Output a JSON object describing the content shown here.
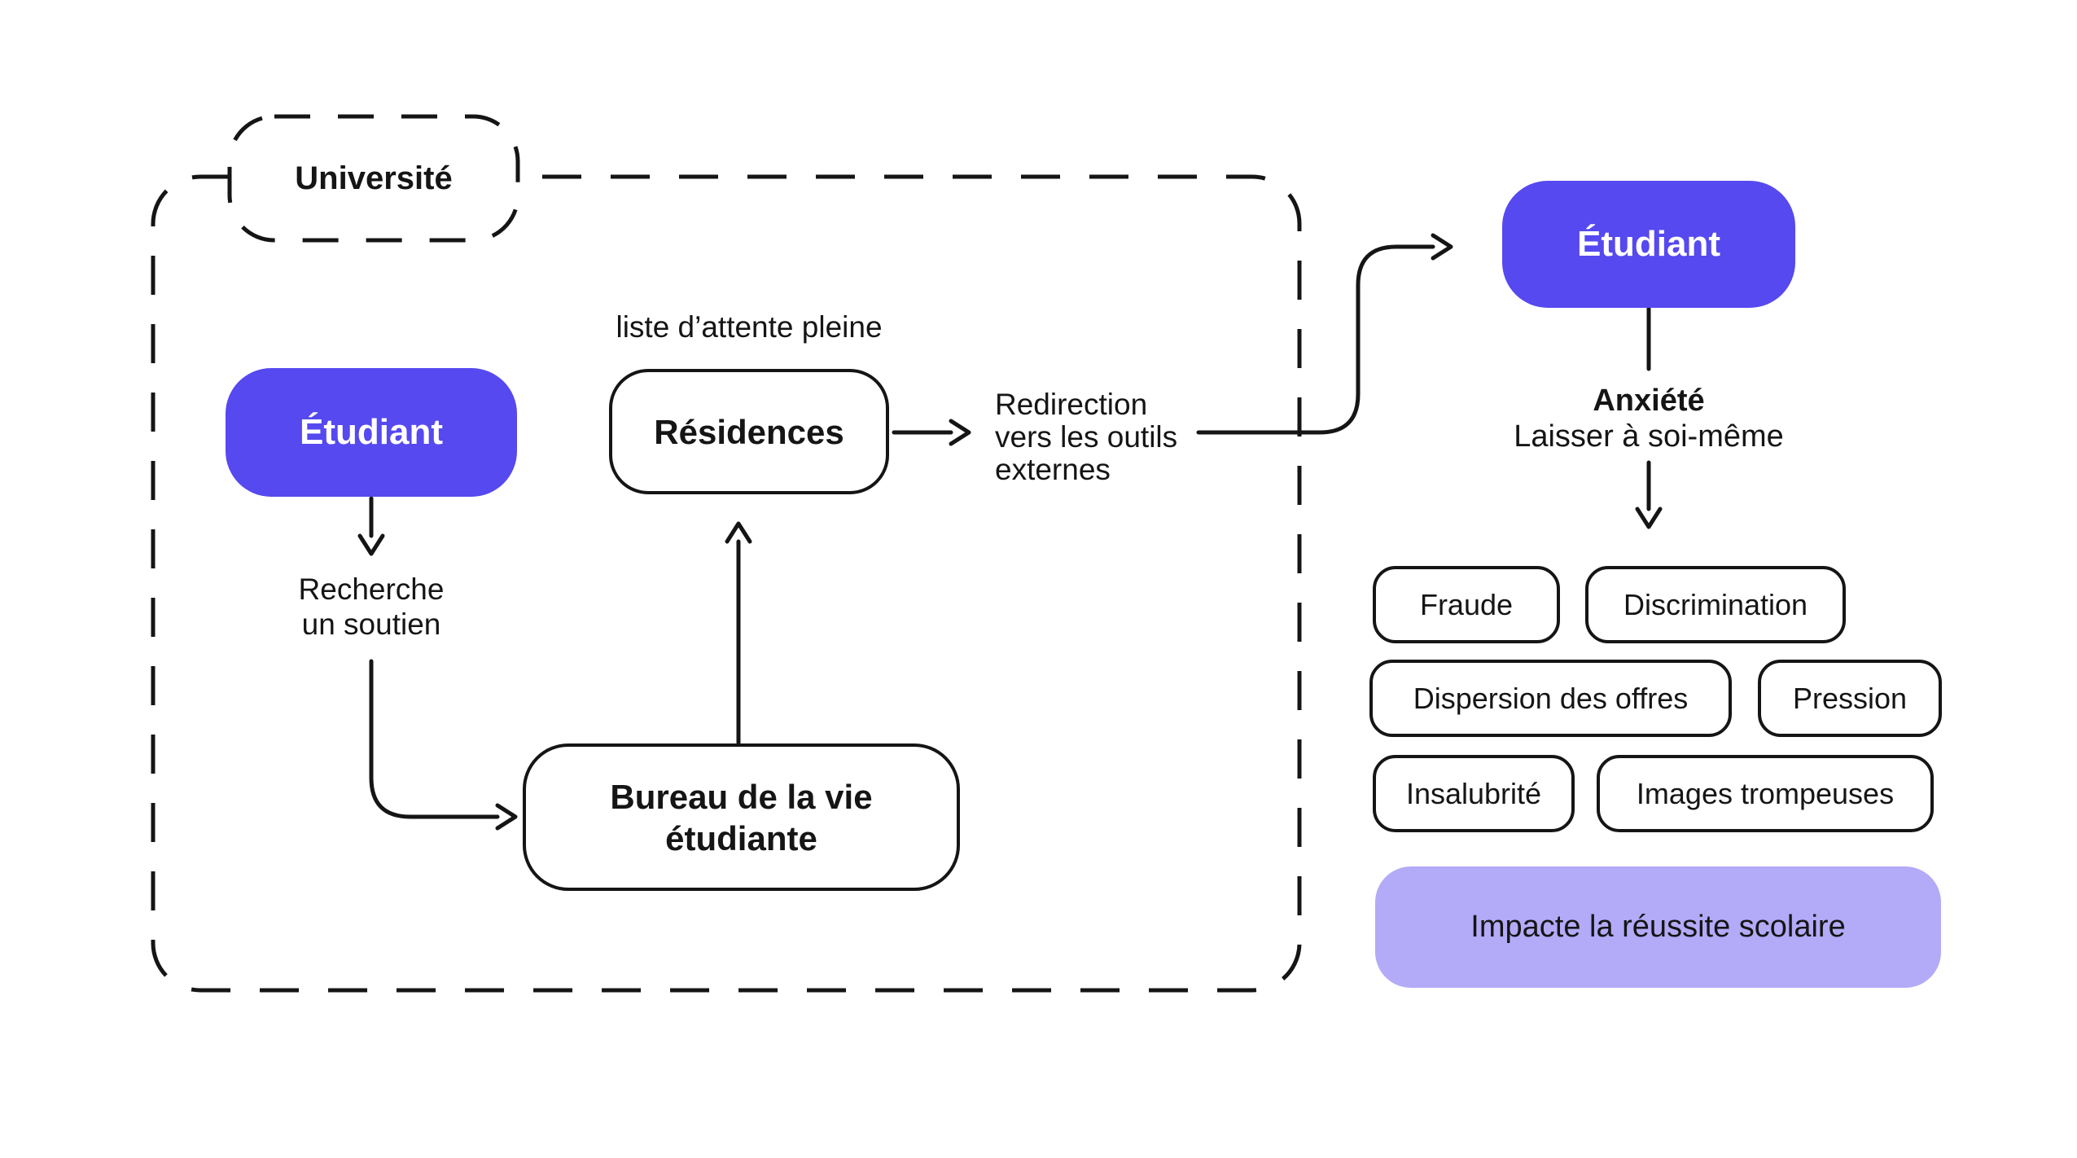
{
  "diagram": {
    "university": {
      "label": "Université"
    },
    "nodes": {
      "student_left": {
        "label": "Étudiant"
      },
      "residences": {
        "label": "Résidences"
      },
      "bureau": {
        "label": "Bureau de la vie\nétudiante"
      },
      "student_right": {
        "label": "Étudiant"
      }
    },
    "annotations": {
      "search_support": "Recherche\nun soutien",
      "waitlist_full": "liste d’attente pleine",
      "redirection": "Redirection\nvers les outils\nexternes",
      "anxiety_title": "Anxiété",
      "anxiety_sub": "Laisser à soi-même"
    },
    "issues": [
      "Fraude",
      "Discrimination",
      "Dispersion des offres",
      "Pression",
      "Insalubrité",
      "Images trompeuses"
    ],
    "impact": {
      "label": "Impacte la réussite scolaire"
    },
    "colors": {
      "accent": "#5549EF",
      "accent_light": "#B3AAF8",
      "ink": "#151515",
      "background": "#FFFFFF"
    }
  }
}
